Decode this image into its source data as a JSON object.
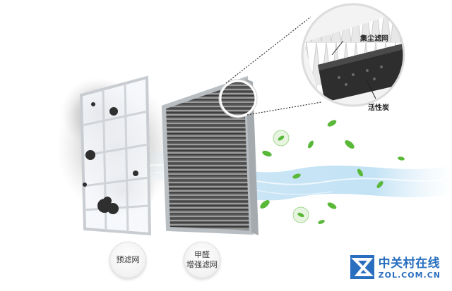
{
  "labels": {
    "prefilter": "预滤网",
    "formaldehyde_line1": "甲醛",
    "formaldehyde_line2": "增强滤网",
    "dust_filter": "集尘滤网",
    "activated_carbon": "活性炭"
  },
  "watermark": {
    "cn": "中关村在线",
    "en": "ZOL.COM.CN",
    "logo_icon": "zol-logo-icon"
  },
  "colors": {
    "brand_blue": "#2a6fbf",
    "leaf_green": "#5ab839",
    "air_blue": "#bfe0f3"
  }
}
